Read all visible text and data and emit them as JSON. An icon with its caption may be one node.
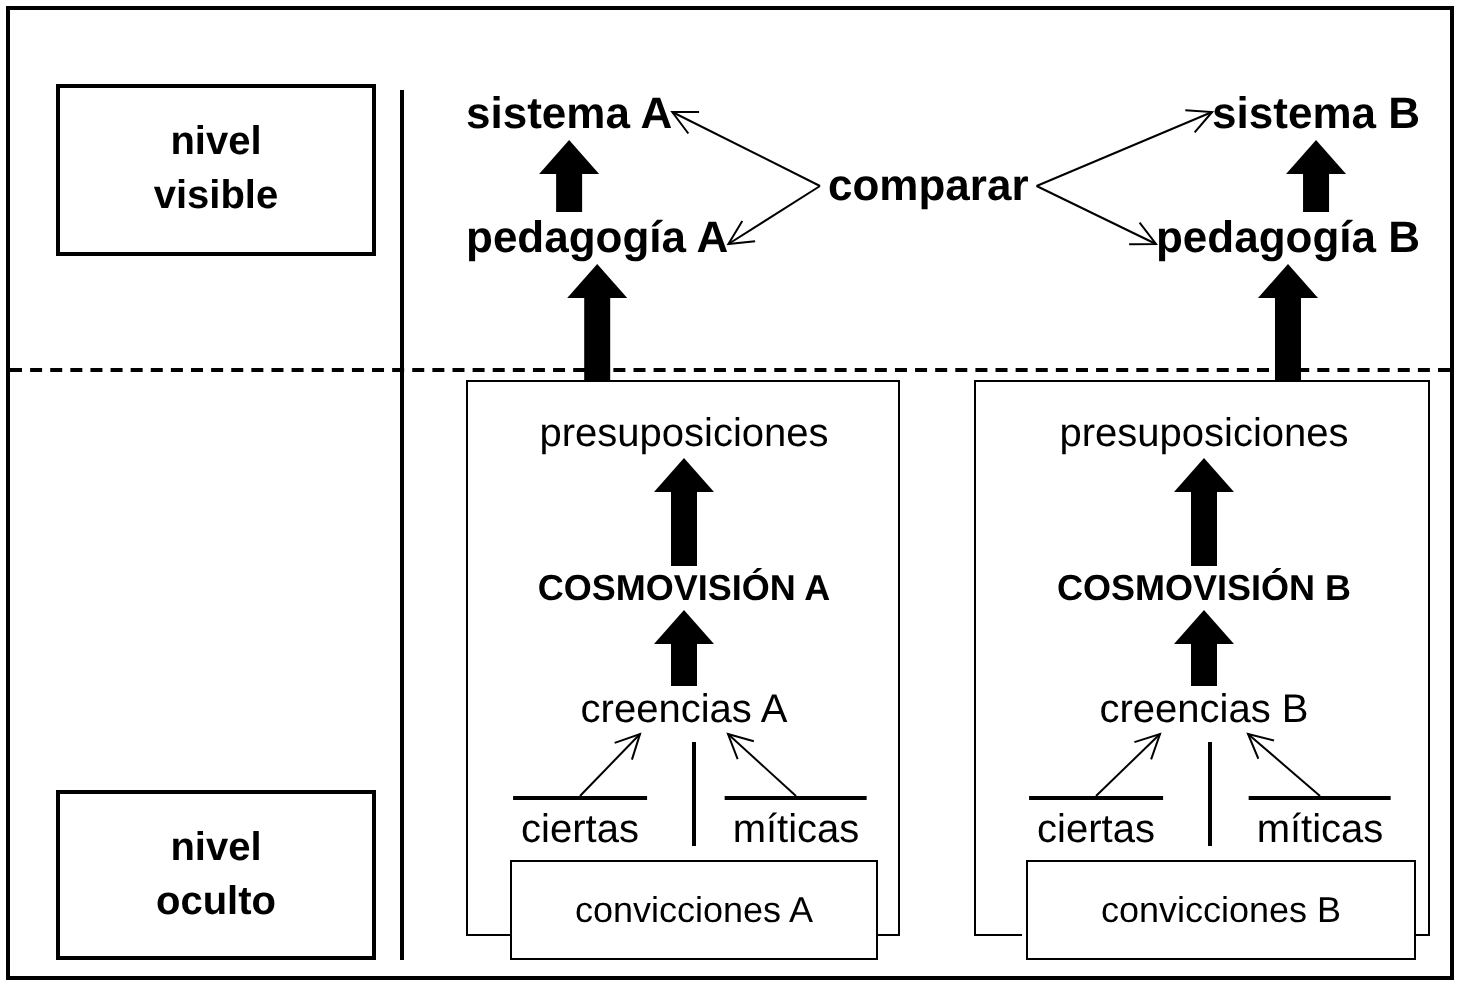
{
  "diagram": {
    "nodes": [
      {
        "text": [
          "nivel visible"
        ]
      },
      {
        "text": [
          "nivel oculto"
        ]
      },
      {
        "text": [
          "sistema A"
        ]
      },
      {
        "text": [
          "pedagogía A"
        ]
      },
      {
        "text": [
          "comparar"
        ]
      },
      {
        "text": [
          "sistema B"
        ]
      },
      {
        "text": [
          "pedagogía B"
        ]
      },
      {
        "text": [],
        "shape": "box"
      },
      {
        "text": [
          "presuposiciones"
        ],
        "in": 7
      },
      {
        "text": [
          "COSMOVISIÓN A"
        ],
        "in": 7
      },
      {
        "text": [
          "creencias A"
        ],
        "in": 7
      },
      {
        "text": [
          "ciertas"
        ],
        "in": 7
      },
      {
        "text": [
          "míticas"
        ],
        "in": 7
      },
      {
        "text": [
          "convicciones A"
        ]
      },
      {
        "text": [],
        "shape": "box"
      },
      {
        "text": [
          "presuposiciones"
        ],
        "in": 14
      },
      {
        "text": [
          "COSMOVISIÓN B"
        ],
        "in": 14
      },
      {
        "text": [
          "creencias B"
        ],
        "in": 14
      },
      {
        "text": [
          "ciertas"
        ],
        "in": 14
      },
      {
        "text": [
          "míticas"
        ],
        "in": 14
      },
      {
        "text": [
          "convicciones B"
        ]
      }
    ],
    "edges": [
      {
        "from": 3,
        "to": 2,
        "arrow": "to",
        "style": "thick"
      },
      {
        "from": 4,
        "to": 2,
        "arrow": "to"
      },
      {
        "from": 4,
        "to": 3,
        "arrow": "to"
      },
      {
        "from": 4,
        "to": 5,
        "arrow": "to"
      },
      {
        "from": 4,
        "to": 6,
        "arrow": "to"
      },
      {
        "from": 6,
        "to": 5,
        "arrow": "to",
        "style": "thick"
      },
      {
        "from": 7,
        "to": 3,
        "arrow": "to",
        "style": "thick"
      },
      {
        "from": 9,
        "to": 8,
        "arrow": "to",
        "style": "thick"
      },
      {
        "from": 10,
        "to": 9,
        "arrow": "to",
        "style": "thick"
      },
      {
        "from": 11,
        "to": 10,
        "arrow": "to"
      },
      {
        "from": 12,
        "to": 10,
        "arrow": "to"
      },
      {
        "from": 14,
        "to": 6,
        "arrow": "to",
        "style": "thick"
      },
      {
        "from": 16,
        "to": 15,
        "arrow": "to",
        "style": "thick"
      },
      {
        "from": 17,
        "to": 16,
        "arrow": "to",
        "style": "thick"
      },
      {
        "from": 18,
        "to": 17,
        "arrow": "to"
      },
      {
        "from": 19,
        "to": 17,
        "arrow": "to"
      }
    ]
  }
}
